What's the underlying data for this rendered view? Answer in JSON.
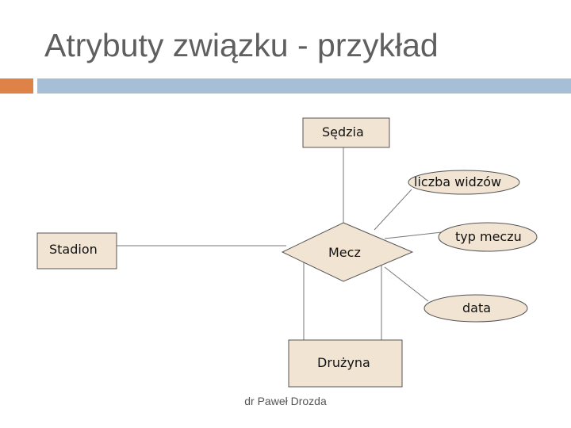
{
  "slide": {
    "title": "Atrybuty związku - przykład",
    "footer": "dr Paweł Drozda"
  },
  "diagram": {
    "entities": {
      "sedzia": "Sędzia",
      "stadion": "Stadion",
      "druzyna": "Drużyna"
    },
    "relationship": "Mecz",
    "attributes": {
      "liczba_widzow": "liczba widzów",
      "typ_meczu": "typ meczu",
      "data": "data"
    }
  },
  "colors": {
    "title": "#5f5f5f",
    "shape_fill": "#f2e4d2",
    "accent_bar": "#df8247",
    "main_bar": "#a6bfd6"
  }
}
